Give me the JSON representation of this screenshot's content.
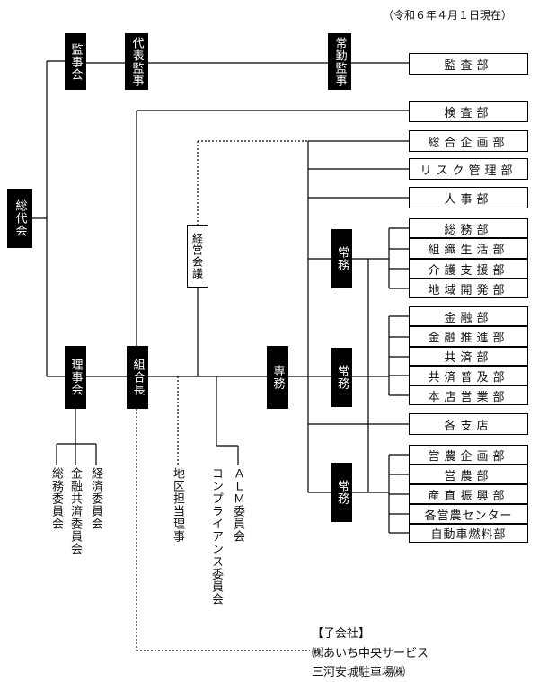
{
  "date_note": "（令和６年４月１日現在）",
  "nodes": {
    "soudaikai": "総代会",
    "kanjikai": "監事会",
    "daihyo_kanji": "代表監事",
    "jokin_kanji": "常勤監事",
    "rijikai": "理事会",
    "kumiaicho": "組合長",
    "senmu": "専務",
    "keiei_kaigi": "経営会議",
    "jomu_1": "常務",
    "jomu_2": "常務",
    "jomu_3": "常務"
  },
  "departments": {
    "kansa": "監査部",
    "kensa": "検査部",
    "sogo_kikaku": "総合企画部",
    "risk": "リスク管理部",
    "jinji": "人事部",
    "somu": "総務部",
    "soshiki": "組織生活部",
    "kaigo": "介護支援部",
    "chiiki": "地域開発部",
    "kinyu": "金融部",
    "kinyu_suishin": "金融推進部",
    "kyosai": "共済部",
    "kyosai_fukyu": "共済普及部",
    "honten": "本店営業部",
    "kakushiten": "各支店",
    "einou_kikaku": "営農企画部",
    "einou": "営農部",
    "sanchoku": "産直振興部",
    "einou_center": "各営農センター",
    "jidosha": "自動車燃料部"
  },
  "committees": {
    "somu_iin": "総務委員会",
    "kinyu_iin": "金融共済委員会",
    "keizai_iin": "経済委員会",
    "chiku_riji": "地区担当理事",
    "compliance_iin": "コンプライアンス委員会",
    "alm_iin": "ＡＬＭ委員会"
  },
  "subsidiaries": {
    "heading": "【子会社】",
    "company_1": "㈱あいち中央サービス",
    "company_2": "三河安城駐車場㈱"
  }
}
